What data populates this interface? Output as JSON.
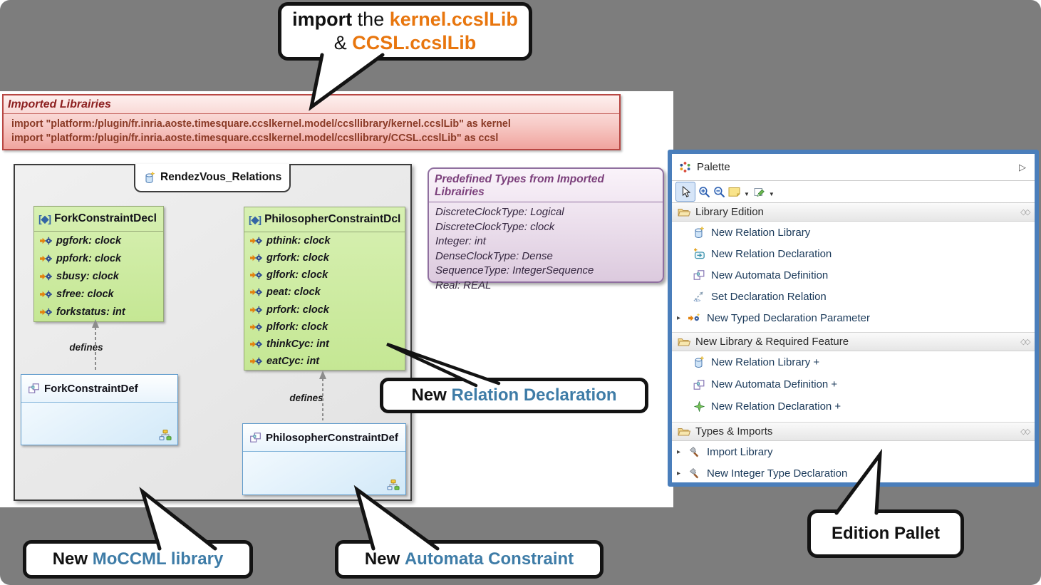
{
  "top_callout": {
    "import_word": "import",
    "the_word": " the ",
    "lib1": "kernel.ccslLib",
    "amp": "& ",
    "lib2": "CCSL.ccslLib"
  },
  "imported_libs": {
    "title": "Imported Librairies",
    "line1": "import \"platform:/plugin/fr.inria.aoste.timesquare.ccslkernel.model/ccsllibrary/kernel.ccslLib\" as kernel",
    "line2": "import \"platform:/plugin/fr.inria.aoste.timesquare.ccslkernel.model/ccsllibrary/CCSL.ccslLib\" as ccsl"
  },
  "diagram": {
    "tab_title": "RendezVous_Relations",
    "edge_label": "defines",
    "fork_decl": {
      "name": "ForkConstraintDecl",
      "attrs": [
        "pgfork: clock",
        "ppfork: clock",
        "sbusy: clock",
        "sfree: clock",
        "forkstatus: int"
      ]
    },
    "phil_decl": {
      "name": "PhilosopherConstraintDcl",
      "attrs": [
        "pthink: clock",
        "grfork: clock",
        "glfork: clock",
        "peat: clock",
        "prfork: clock",
        "plfork: clock",
        "thinkCyc: int",
        "eatCyc: int"
      ]
    },
    "fork_def": {
      "name": "ForkConstraintDef"
    },
    "phil_def": {
      "name": "PhilosopherConstraintDef"
    }
  },
  "predefined": {
    "title": "Predefined Types from Imported Librairies",
    "items": [
      "DiscreteClockType: Logical",
      "DiscreteClockType: clock",
      "Integer: int",
      "DenseClockType: Dense",
      "SequenceType: IntegerSequence",
      "Real: REAL"
    ]
  },
  "palette": {
    "title": "Palette",
    "sections": [
      {
        "label": "Library Edition",
        "items": [
          {
            "label": "New Relation Library",
            "icon": "relation-library-icon"
          },
          {
            "label": "New Relation Declaration",
            "icon": "relation-declaration-icon"
          },
          {
            "label": "New Automata Definition",
            "icon": "automata-definition-icon"
          },
          {
            "label": "Set Declaration Relation",
            "icon": "set-declaration-relation-icon"
          },
          {
            "label": "New Typed Declaration Parameter",
            "icon": "typed-declaration-parameter-icon"
          }
        ]
      },
      {
        "label": "New Library & Required Feature",
        "items": [
          {
            "label": "New Relation Library +",
            "icon": "relation-library-icon"
          },
          {
            "label": "New Automata Definition +",
            "icon": "automata-definition-icon"
          },
          {
            "label": "New Relation Declaration +",
            "icon": "green-star-icon"
          }
        ]
      },
      {
        "label": "Types & Imports",
        "items": [
          {
            "label": "Import Library",
            "icon": "hammer-icon"
          },
          {
            "label": "New Integer Type Declaration",
            "icon": "hammer-icon"
          }
        ]
      }
    ]
  },
  "callouts": {
    "relation_declaration": {
      "prefix": "New ",
      "highlight": "Relation Declaration"
    },
    "moccml_library": {
      "prefix": "New ",
      "highlight": "MoCCML library"
    },
    "automata_constraint": {
      "prefix": "New ",
      "highlight": "Automata Constraint"
    },
    "edition_pallet": {
      "label": "Edition Pallet"
    }
  },
  "icons": {
    "expander": "▸",
    "header_arrow": "▷",
    "section_pin": "◇◇",
    "dropdown_caret": "▼"
  },
  "colors": {
    "background_gray": "#7d7d7d",
    "accent_orange": "#e8760e",
    "callout_blue": "#3e7ca7",
    "palette_border_blue": "#4a7ebb",
    "imported_box_red": "#b84743",
    "class_box_green": "#cdeca3",
    "def_box_blue": "#d2e9f8",
    "predefined_purple": "#8f6f9f"
  }
}
